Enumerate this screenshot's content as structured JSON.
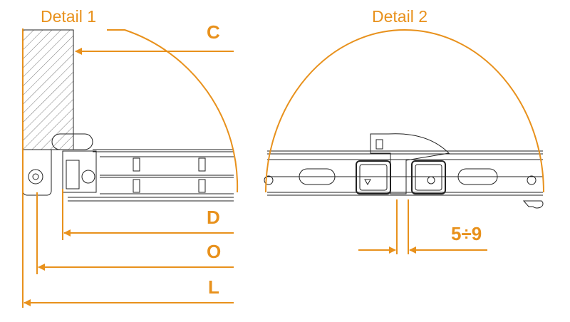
{
  "detail1": {
    "title": "Detail 1",
    "dims": {
      "c": "C",
      "d": "D",
      "o": "O",
      "l": "L"
    }
  },
  "detail2": {
    "title": "Detail 2",
    "gap": "5÷9"
  },
  "colors": {
    "accent": "#e8911c",
    "line": "#222222"
  }
}
